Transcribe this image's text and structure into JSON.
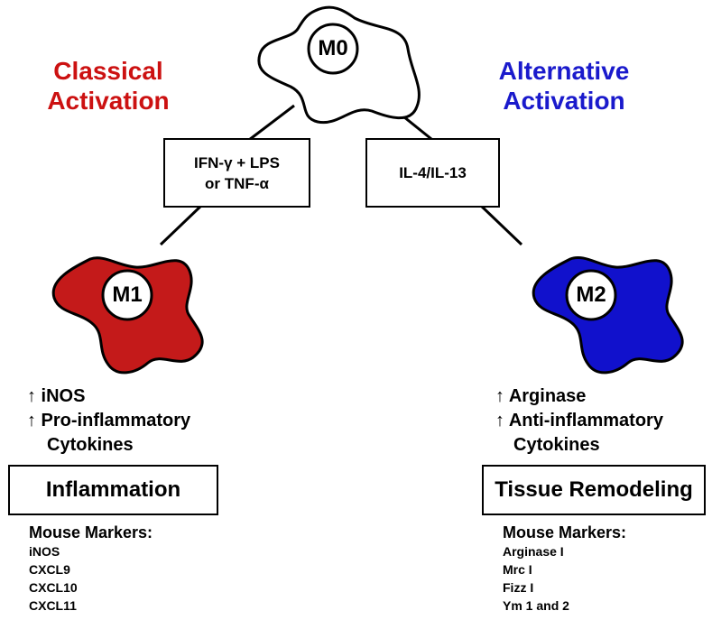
{
  "m0": {
    "label": "M0"
  },
  "classical": {
    "heading_line1": "Classical",
    "heading_line2": "Activation",
    "color": "#cc1111",
    "stimulus_line1": "IFN-γ + LPS",
    "stimulus_line2": "or TNF-α",
    "cell_label": "M1",
    "cell_color": "#c41a1a",
    "effects": [
      "↑ iNOS",
      "↑ Pro-inflammatory",
      "Cytokines"
    ],
    "outcome": "Inflammation",
    "markers_title": "Mouse Markers:",
    "markers": [
      "iNOS",
      "CXCL9",
      "CXCL10",
      "CXCL11"
    ]
  },
  "alternative": {
    "heading_line1": "Alternative",
    "heading_line2": "Activation",
    "color": "#1a1acc",
    "stimulus": "IL-4/IL-13",
    "cell_label": "M2",
    "cell_color": "#1111cc",
    "effects": [
      "↑ Arginase",
      "↑ Anti-inflammatory",
      "Cytokines"
    ],
    "outcome": "Tissue Remodeling",
    "markers_title": "Mouse Markers:",
    "markers": [
      "Arginase I",
      "Mrc I",
      "Fizz I",
      "Ym 1 and 2"
    ]
  }
}
